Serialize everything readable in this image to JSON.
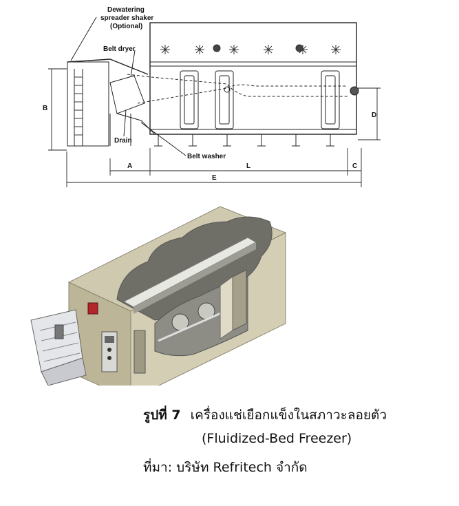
{
  "diagram": {
    "labels": {
      "shaker": [
        "Dewatering",
        "spreader shaker",
        "(Optional)"
      ],
      "belt_dryer": "Belt dryer",
      "drain": "Drain",
      "belt_washer": "Belt washer",
      "dim_a": "A",
      "dim_b": "B",
      "dim_c": "C",
      "dim_d": "D",
      "dim_e": "E",
      "dim_l": "L"
    }
  },
  "caption": {
    "figure_label": "รูปที่ 7",
    "title": "เครื่องแช่เยือกแข็งในสภาวะลอยตัว",
    "subtitle": "(Fluidized-Bed Freezer)",
    "source": "ที่มา: บริษัท Refritech จำกัด"
  }
}
